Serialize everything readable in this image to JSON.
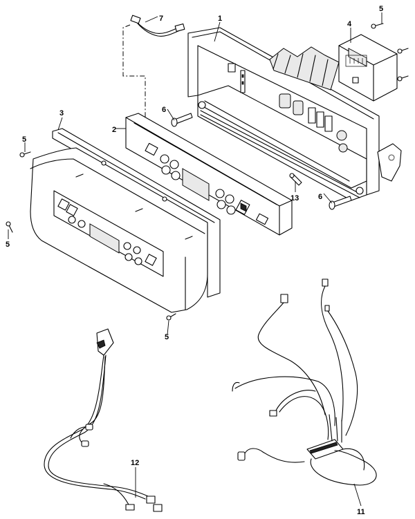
{
  "callouts": [
    {
      "id": "c1",
      "text": "1"
    },
    {
      "id": "c2",
      "text": "2"
    },
    {
      "id": "c3",
      "text": "3"
    },
    {
      "id": "c4",
      "text": "4"
    },
    {
      "id": "c5a",
      "text": "5"
    },
    {
      "id": "c5b",
      "text": "5"
    },
    {
      "id": "c5c",
      "text": "5"
    },
    {
      "id": "c5d",
      "text": "5"
    },
    {
      "id": "c6a",
      "text": "6"
    },
    {
      "id": "c6b",
      "text": "6"
    },
    {
      "id": "c7",
      "text": "7"
    },
    {
      "id": "c11",
      "text": "11"
    },
    {
      "id": "c12",
      "text": "12"
    },
    {
      "id": "c13",
      "text": "13"
    }
  ]
}
